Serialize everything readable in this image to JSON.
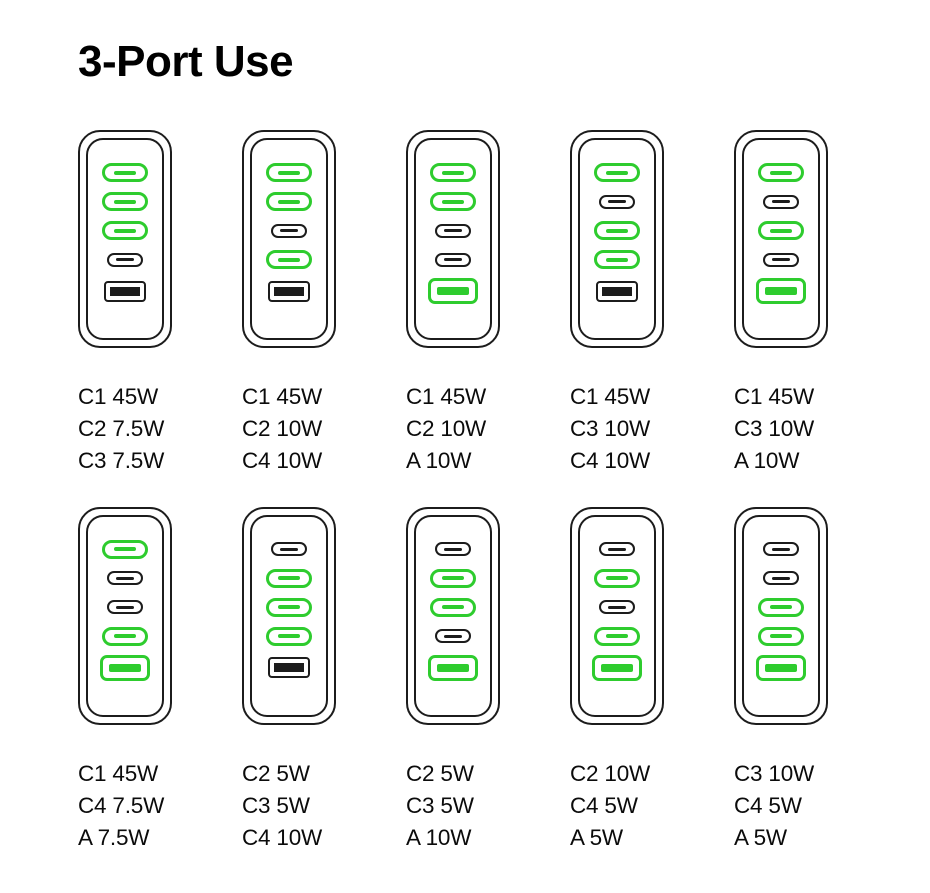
{
  "page": {
    "title": "3-Port Use",
    "background_color": "#ffffff",
    "active_port_color": "#2ecc2e",
    "inactive_port_color": "#1c1c1c"
  },
  "legend": {
    "port_type_c_icon": "usb-c-port-icon",
    "port_type_a_icon": "usb-a-port-icon",
    "state_active": "on",
    "state_inactive": "off"
  },
  "rows": [
    {
      "cells": [
        {
          "device_index": 1,
          "ports": [
            {
              "name": "C1",
              "type": "c",
              "state": "on"
            },
            {
              "name": "C2",
              "type": "c",
              "state": "on"
            },
            {
              "name": "C3",
              "type": "c",
              "state": "on"
            },
            {
              "name": "C4",
              "type": "c",
              "state": "off"
            },
            {
              "name": "A",
              "type": "a",
              "state": "off"
            }
          ],
          "label_lines": [
            "C1 45W",
            "C2 7.5W",
            "C3 7.5W"
          ]
        },
        {
          "device_index": 2,
          "ports": [
            {
              "name": "C1",
              "type": "c",
              "state": "on"
            },
            {
              "name": "C2",
              "type": "c",
              "state": "on"
            },
            {
              "name": "C3",
              "type": "c",
              "state": "off"
            },
            {
              "name": "C4",
              "type": "c",
              "state": "on"
            },
            {
              "name": "A",
              "type": "a",
              "state": "off"
            }
          ],
          "label_lines": [
            "C1 45W",
            "C2 10W",
            "C4 10W"
          ]
        },
        {
          "device_index": 3,
          "ports": [
            {
              "name": "C1",
              "type": "c",
              "state": "on"
            },
            {
              "name": "C2",
              "type": "c",
              "state": "on"
            },
            {
              "name": "C3",
              "type": "c",
              "state": "off"
            },
            {
              "name": "C4",
              "type": "c",
              "state": "off"
            },
            {
              "name": "A",
              "type": "a",
              "state": "on"
            }
          ],
          "label_lines": [
            "C1 45W",
            "C2 10W",
            "A 10W"
          ]
        },
        {
          "device_index": 4,
          "ports": [
            {
              "name": "C1",
              "type": "c",
              "state": "on"
            },
            {
              "name": "C2",
              "type": "c",
              "state": "off"
            },
            {
              "name": "C3",
              "type": "c",
              "state": "on"
            },
            {
              "name": "C4",
              "type": "c",
              "state": "on"
            },
            {
              "name": "A",
              "type": "a",
              "state": "off"
            }
          ],
          "label_lines": [
            "C1 45W",
            "C3 10W",
            "C4 10W"
          ]
        },
        {
          "device_index": 5,
          "ports": [
            {
              "name": "C1",
              "type": "c",
              "state": "on"
            },
            {
              "name": "C2",
              "type": "c",
              "state": "off"
            },
            {
              "name": "C3",
              "type": "c",
              "state": "on"
            },
            {
              "name": "C4",
              "type": "c",
              "state": "off"
            },
            {
              "name": "A",
              "type": "a",
              "state": "on"
            }
          ],
          "label_lines": [
            "C1 45W",
            "C3 10W",
            "A 10W"
          ]
        }
      ]
    },
    {
      "cells": [
        {
          "device_index": 6,
          "ports": [
            {
              "name": "C1",
              "type": "c",
              "state": "on"
            },
            {
              "name": "C2",
              "type": "c",
              "state": "off"
            },
            {
              "name": "C3",
              "type": "c",
              "state": "off"
            },
            {
              "name": "C4",
              "type": "c",
              "state": "on"
            },
            {
              "name": "A",
              "type": "a",
              "state": "on"
            }
          ],
          "label_lines": [
            "C1 45W",
            "C4 7.5W",
            "A 7.5W"
          ]
        },
        {
          "device_index": 7,
          "ports": [
            {
              "name": "C1",
              "type": "c",
              "state": "off"
            },
            {
              "name": "C2",
              "type": "c",
              "state": "on"
            },
            {
              "name": "C3",
              "type": "c",
              "state": "on"
            },
            {
              "name": "C4",
              "type": "c",
              "state": "on"
            },
            {
              "name": "A",
              "type": "a",
              "state": "off"
            }
          ],
          "label_lines": [
            "C2 5W",
            "C3 5W",
            "C4 10W"
          ]
        },
        {
          "device_index": 8,
          "ports": [
            {
              "name": "C1",
              "type": "c",
              "state": "off"
            },
            {
              "name": "C2",
              "type": "c",
              "state": "on"
            },
            {
              "name": "C3",
              "type": "c",
              "state": "on"
            },
            {
              "name": "C4",
              "type": "c",
              "state": "off"
            },
            {
              "name": "A",
              "type": "a",
              "state": "on"
            }
          ],
          "label_lines": [
            "C2 5W",
            "C3 5W",
            "A 10W"
          ]
        },
        {
          "device_index": 9,
          "ports": [
            {
              "name": "C1",
              "type": "c",
              "state": "off"
            },
            {
              "name": "C2",
              "type": "c",
              "state": "on"
            },
            {
              "name": "C3",
              "type": "c",
              "state": "off"
            },
            {
              "name": "C4",
              "type": "c",
              "state": "on"
            },
            {
              "name": "A",
              "type": "a",
              "state": "on"
            }
          ],
          "label_lines": [
            "C2 10W",
            "C4 5W",
            "A 5W"
          ]
        },
        {
          "device_index": 10,
          "ports": [
            {
              "name": "C1",
              "type": "c",
              "state": "off"
            },
            {
              "name": "C2",
              "type": "c",
              "state": "off"
            },
            {
              "name": "C3",
              "type": "c",
              "state": "on"
            },
            {
              "name": "C4",
              "type": "c",
              "state": "on"
            },
            {
              "name": "A",
              "type": "a",
              "state": "on"
            }
          ],
          "label_lines": [
            "C3 10W",
            "C4 5W",
            "A 5W"
          ]
        }
      ]
    }
  ]
}
